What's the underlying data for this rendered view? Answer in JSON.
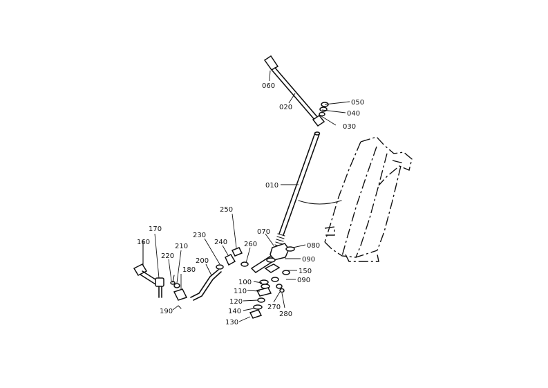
{
  "callouts": {
    "p010": "010",
    "p020": "020",
    "p030": "030",
    "p040": "040",
    "p050": "050",
    "p060": "060",
    "p070": "070",
    "p080": "080",
    "p090a": "090",
    "p090b": "090",
    "p100": "100",
    "p110": "110",
    "p120": "120",
    "p130": "130",
    "p140": "140",
    "p150": "150",
    "p160": "160",
    "p170": "170",
    "p180": "180",
    "p190": "190",
    "p200": "200",
    "p210": "210",
    "p220": "220",
    "p230": "230",
    "p240": "240",
    "p250": "250",
    "p260": "260",
    "p270": "270",
    "p280": "280"
  }
}
